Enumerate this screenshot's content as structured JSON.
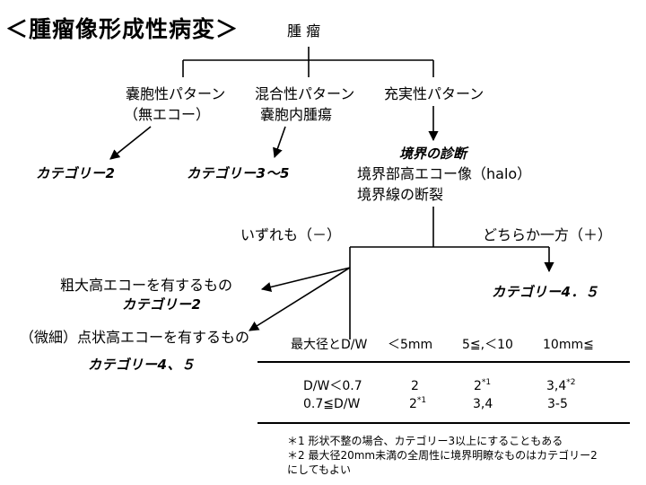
{
  "title": "＜腫瘤像形成性病変＞",
  "root": "腫 瘤",
  "patterns": [
    {
      "label": "嚢胞性パターン",
      "sub": "（無エコー）",
      "category": "カテゴリー2"
    },
    {
      "label": "混合性パターン",
      "sub": "嚢胞内腫瘍",
      "category": "カテゴリー3～5"
    },
    {
      "label": "充実性パターン"
    }
  ],
  "boundary": {
    "heading": "境界の診断",
    "items": [
      "境界部高エコー像（halo）",
      "境界線の断裂"
    ],
    "neither": "いずれも（－）",
    "either": "どちらか一方（＋）",
    "either_category": "カテゴリー4．５"
  },
  "findings": [
    {
      "label": "粗大高エコーを有するもの",
      "category": "カテゴリー2"
    },
    {
      "label": "（微細）点状高エコーを有するもの",
      "category": "カテゴリー4、５"
    }
  ],
  "table": {
    "headers": [
      "最大径とD/W",
      "＜5mm",
      "5≦,＜10",
      "10mm≦"
    ],
    "rows": [
      {
        "label": "D/W＜0.7",
        "c1": "2",
        "c1_sup": "",
        "c2": "2",
        "c2_sup": "*1",
        "c3": "3,4",
        "c3_sup": "*2"
      },
      {
        "label": "0.7≦D/W",
        "c1": "2",
        "c1_sup": "*1",
        "c2": "3,4",
        "c2_sup": "",
        "c3": "3-5",
        "c3_sup": ""
      }
    ]
  },
  "notes": [
    "＊1 形状不整の場合、カテゴリー3以上にすることもある",
    "＊2 最大径20mm未満の全周性に境界明瞭なものはカテゴリー2",
    "にしてもよい"
  ]
}
